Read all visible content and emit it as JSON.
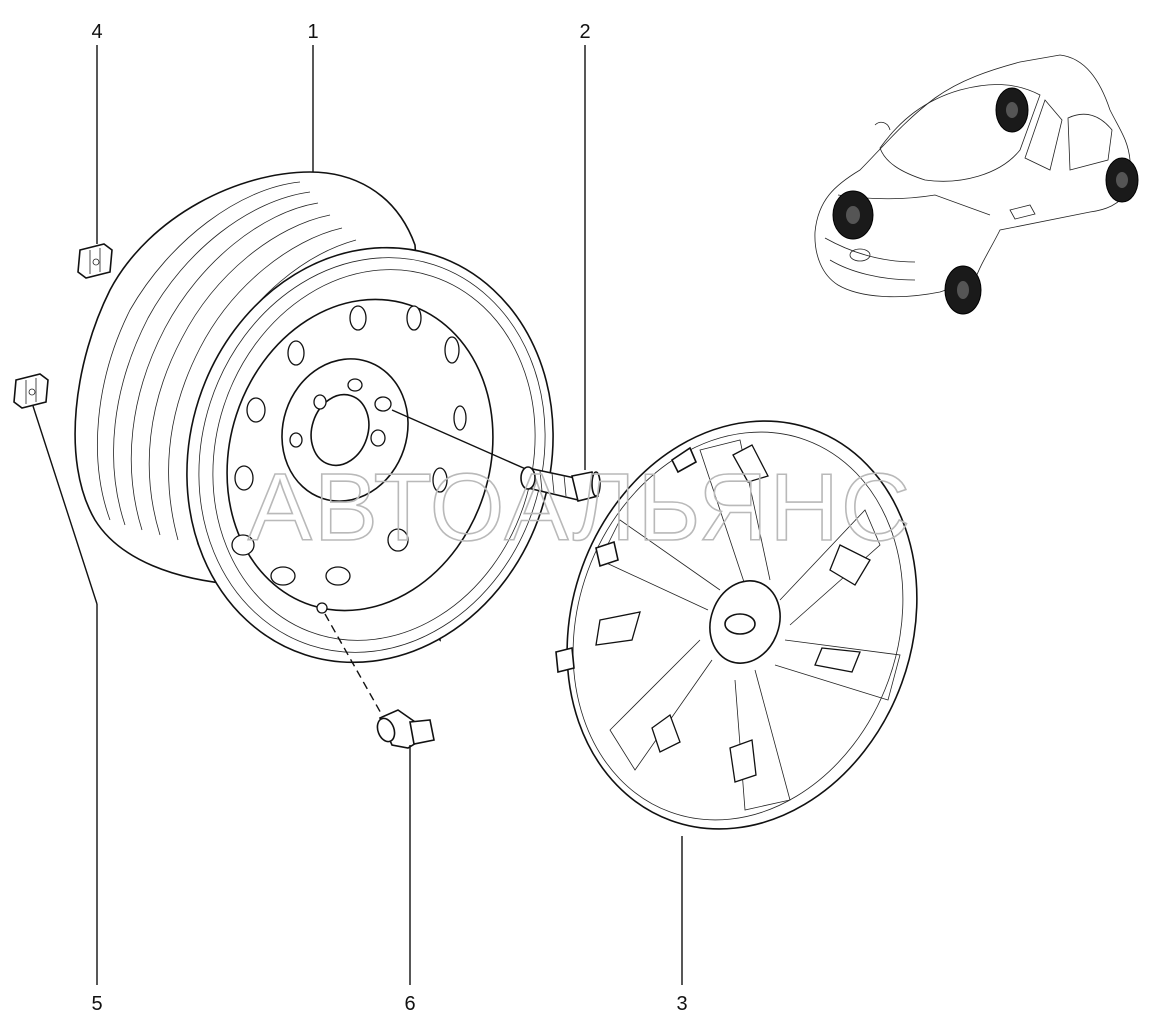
{
  "watermark": "АВТОАЛЬЯНС",
  "callouts": [
    {
      "id": "1",
      "label": "1"
    },
    {
      "id": "2",
      "label": "2"
    },
    {
      "id": "3",
      "label": "3"
    },
    {
      "id": "4",
      "label": "4"
    },
    {
      "id": "5",
      "label": "5"
    },
    {
      "id": "6",
      "label": "6"
    }
  ],
  "parts": [
    {
      "callout": "1",
      "icon": "steel-wheel-with-tire"
    },
    {
      "callout": "2",
      "icon": "wheel-bolt"
    },
    {
      "callout": "3",
      "icon": "wheel-cover"
    },
    {
      "callout": "4",
      "icon": "balance-weight"
    },
    {
      "callout": "5",
      "icon": "balance-weight"
    },
    {
      "callout": "6",
      "icon": "tire-valve"
    }
  ],
  "locator_icon": "car-locator-icon"
}
